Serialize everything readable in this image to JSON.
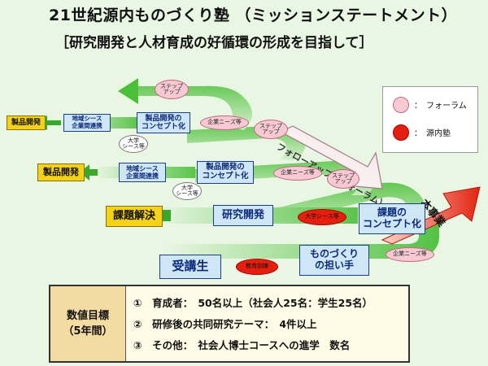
{
  "title": "21世紀源内ものづくり塾 （ミッションステートメント）",
  "subtitle": "［研究開発と人材育成の好循環の形成を目指して］",
  "legend": {
    "forum": "：　フォーラム",
    "gennai": "：　源内塾"
  },
  "arrows": {
    "followup": "フォローアップ（フォーラム）",
    "main": "本事業"
  },
  "boxes": {
    "jukosei": "受講生",
    "monozukuri_1": "ものづくり",
    "monozukuri_2": "の担い手",
    "kadai_1": "課題の",
    "kadai_2": "コンセプト化",
    "kenkyu": "研究開発",
    "kadai_kaiketsu": "課題解決",
    "seihin_concept_mid_1": "製品開発の",
    "seihin_concept_mid_2": "コンセプト化",
    "chiiki_mid_1": "地域シース",
    "chiiki_mid_2": "企業間連携",
    "seihin_mid": "製品開発",
    "seihin_concept_top_1": "製品開発の",
    "seihin_concept_top_2": "コンセプト化",
    "chiiki_top_1": "地域シース",
    "chiiki_top_2": "企業間連携",
    "seihin_top": "製品開発"
  },
  "ovals": {
    "kyoiku": "教育訓練",
    "kigyo_bottom": "企業ニーズ等",
    "daigaku_bottom": "大学シース等",
    "step_mid_1": "ステップ",
    "step_mid_2": "アップ",
    "kigyo_mid": "企業ニーズ等",
    "daigaku_mid_1": "大学",
    "daigaku_mid_2": "シース等",
    "step_upper_1": "ステップ",
    "step_upper_2": "アップ",
    "kigyo_upper": "企業ニーズ等",
    "daigaku_upper_1": "大学",
    "daigaku_upper_2": "シース等",
    "step_top_1": "ステップ",
    "step_top_2": "アップ"
  },
  "goals": {
    "label_1": "数値目標",
    "label_2": "（5年間）",
    "line_1": "①　育成者：　50名以上（社会人25名：学生25名）",
    "line_2": "②　研修後の共同研究テーマ：　4件以上",
    "line_3": "③　その他：　社会人博士コースへの進学　数名"
  },
  "colors": {
    "forum": "#f7c9d3",
    "gennai": "#e61e0f",
    "arrow_green": "#4bbf3a",
    "box_blue": "#cfe6f7",
    "box_yellow": "#f5d21a"
  }
}
